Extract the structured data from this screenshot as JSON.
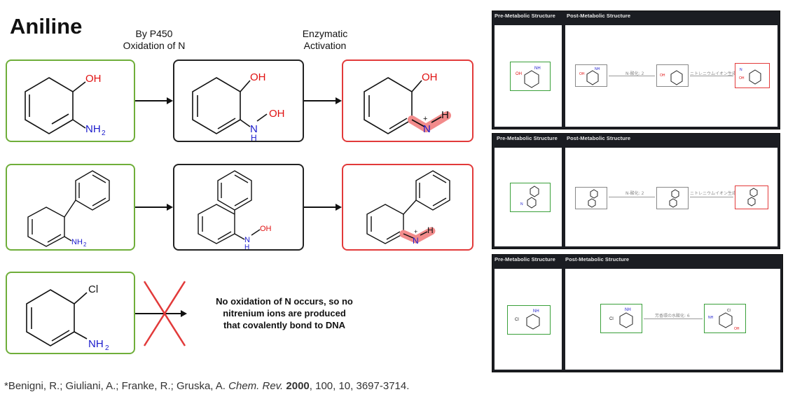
{
  "title": "Aniline",
  "steps": {
    "step1_line1": "By P450",
    "step1_line2": "Oxidation of N",
    "step2_line1": "Enzymatic",
    "step2_line2": "Activation"
  },
  "molecule_labels": {
    "oh": "OH",
    "nh2": "NH",
    "nh2_sub": "2",
    "nh": "N",
    "h": "H",
    "cl": "Cl",
    "plus": "+"
  },
  "note": {
    "line1": "No oxidation of N occurs, so no",
    "line2": "nitrenium ions are produced",
    "line3": "that covalently bond to DNA"
  },
  "citation": {
    "authors": "*Benigni, R.; Giuliani, A.; Franke, R.; Gruska, A. ",
    "journal": "Chem. Rev.",
    "year": "2000",
    "rest": ", 100, 10, 3697-3714."
  },
  "panels": [
    {
      "pre_header": "Pre-Metabolic Structure",
      "post_header": "Post-Metabolic Structure",
      "arrow1_label": "N-酸化: 2",
      "arrow2_label": "ニトレニウムイオン生成: 1"
    },
    {
      "pre_header": "Pre-Metabolic Structure",
      "post_header": "Post-Metabolic Structure",
      "arrow1_label": "N-酸化: 2",
      "arrow2_label": "ニトレニウムイオン生成: 1"
    },
    {
      "pre_header": "Pre-Metabolic Structure",
      "post_header": "Post-Metabolic Structure",
      "arrow1_label": "芳香環の水酸化: 6"
    }
  ],
  "colors": {
    "green": "#6fae3a",
    "red": "#e23a3a",
    "nitrogen_blue": "#1a1acc",
    "oxygen_red": "#e01010",
    "highlight": "#f28b8b",
    "panel_dark": "#1b1d22"
  }
}
